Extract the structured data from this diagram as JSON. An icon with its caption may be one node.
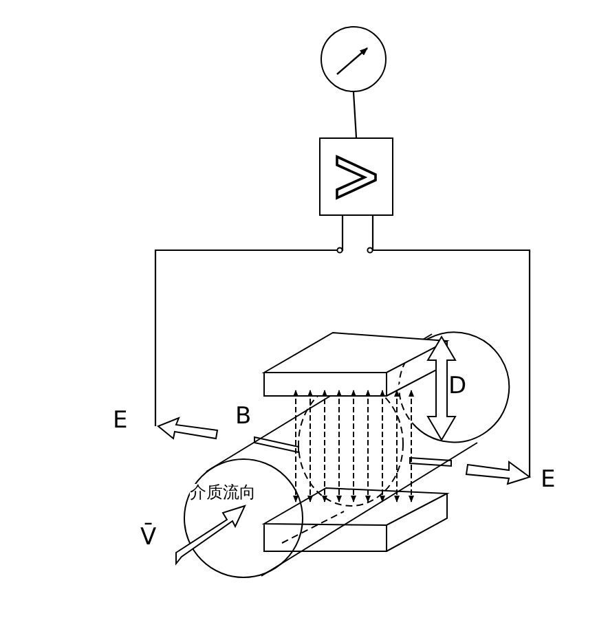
{
  "diagram": {
    "nodes": [
      {
        "text": [],
        "shape": "circle"
      },
      {
        "text": [],
        "shape": "box"
      }
    ],
    "edges": [
      {
        "from": 0,
        "to": 1,
        "arrow": "none"
      },
      {
        "from": 1,
        "to": null,
        "arrow": "none"
      },
      {
        "from": 1,
        "to": null,
        "arrow": "none"
      }
    ],
    "labels": [
      "E",
      "B",
      "D",
      "E",
      "介质流向",
      "V̄"
    ]
  }
}
